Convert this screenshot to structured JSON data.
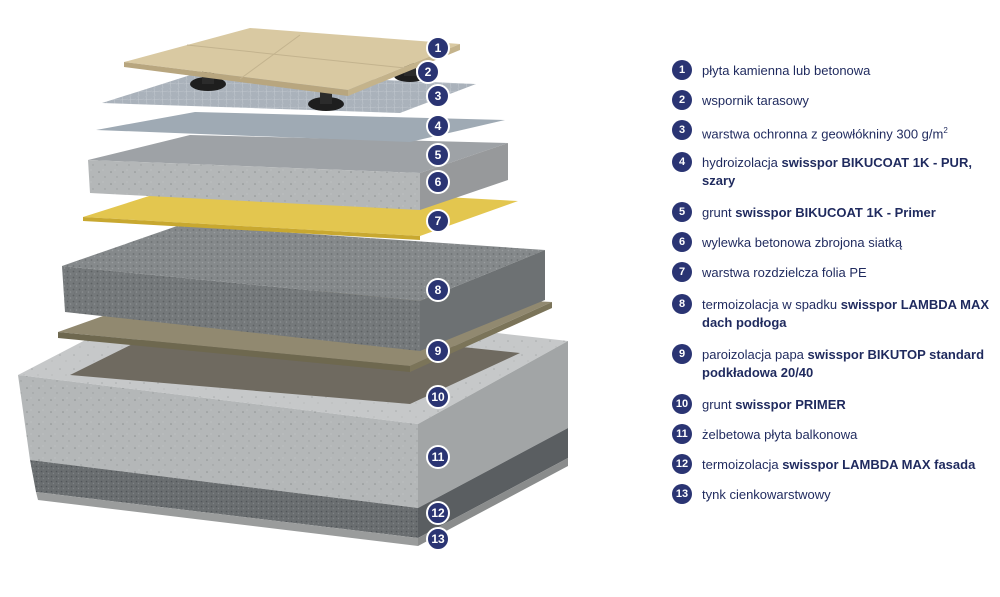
{
  "colors": {
    "badge": "#2a3473",
    "text": "#1f2a5e"
  },
  "diagram": {
    "badges": [
      "1",
      "2",
      "3",
      "4",
      "5",
      "6",
      "7",
      "8",
      "9",
      "10",
      "11",
      "12",
      "13"
    ]
  },
  "legend": [
    {
      "num": "1",
      "text": "płyta kamienna lub betonowa",
      "bold": "",
      "tail": "",
      "sup": ""
    },
    {
      "num": "2",
      "text": "wspornik tarasowy",
      "bold": "",
      "tail": "",
      "sup": ""
    },
    {
      "num": "3",
      "text": "warstwa ochronna z geowłókniny 300 g/m",
      "bold": "",
      "tail": "",
      "sup": "2"
    },
    {
      "num": "4",
      "text": "hydroizolacja ",
      "bold": "swisspor BIKUCOAT 1K - PUR, szary",
      "tail": "",
      "sup": ""
    },
    {
      "num": "5",
      "text": "grunt ",
      "bold": "swisspor BIKUCOAT 1K - Primer",
      "tail": "",
      "sup": ""
    },
    {
      "num": "6",
      "text": "wylewka betonowa zbrojona siatką",
      "bold": "",
      "tail": "",
      "sup": ""
    },
    {
      "num": "7",
      "text": "warstwa rozdzielcza folia PE",
      "bold": "",
      "tail": "",
      "sup": ""
    },
    {
      "num": "8",
      "text": "termoizolacja w spadku ",
      "bold": "swisspor LAMBDA MAX dach podłoga",
      "tail": "",
      "sup": ""
    },
    {
      "num": "9",
      "text": "paroizolacja papa ",
      "bold": "swisspor BIKUTOP standard podkładowa 20/40",
      "tail": "",
      "sup": ""
    },
    {
      "num": "10",
      "text": "grunt ",
      "bold": "swisspor PRIMER",
      "tail": "",
      "sup": ""
    },
    {
      "num": "11",
      "text": "żelbetowa płyta balkonowa",
      "bold": "",
      "tail": "",
      "sup": ""
    },
    {
      "num": "12",
      "text": "termoizolacja ",
      "bold": "swisspor LAMBDA MAX fasada",
      "tail": "",
      "sup": ""
    },
    {
      "num": "13",
      "text": "tynk cienkowarstwowy",
      "bold": "",
      "tail": "",
      "sup": ""
    }
  ]
}
